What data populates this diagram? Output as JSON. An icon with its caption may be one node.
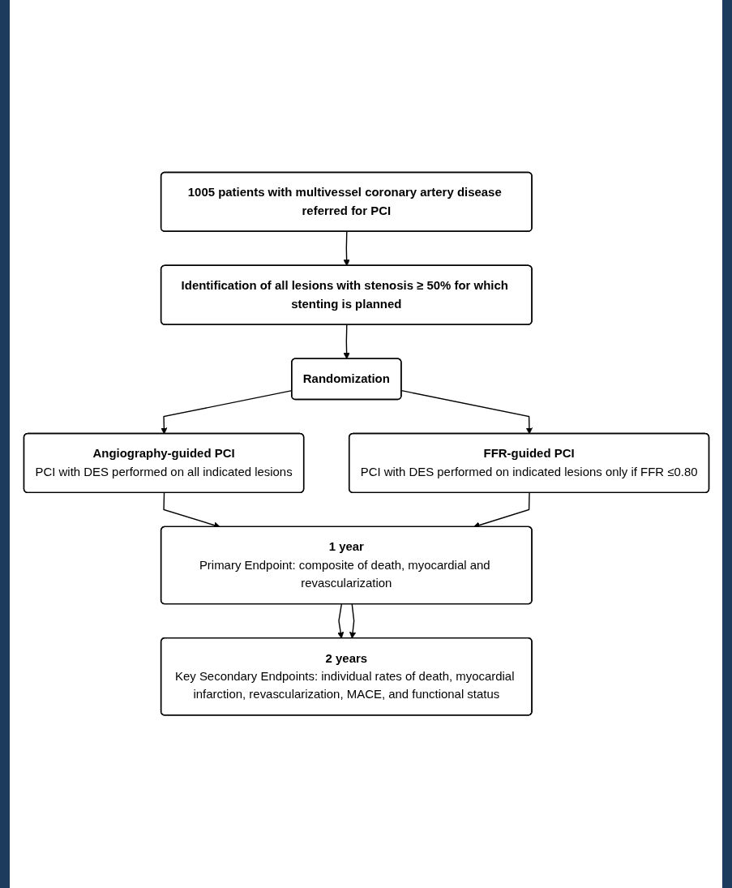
{
  "diagram": {
    "nodes": [
      {
        "text": [
          "1005 patients with multivessel coronary artery disease referred for PCI"
        ]
      },
      {
        "text": [
          "Identification of all lesions with stenosis ≥ 50% for which stenting is planned"
        ]
      },
      {
        "text": [
          "Randomization"
        ]
      },
      {
        "text": [
          "Angiography-guided PCI",
          "PCI with DES performed on all indicated lesions"
        ]
      },
      {
        "text": [
          "FFR-guided PCI",
          "PCI with DES performed on indicated lesions only if FFR ≤0.80"
        ]
      },
      {
        "text": [
          "1 year",
          "Primary Endpoint: composite of death, myocardial and revascularization"
        ]
      },
      {
        "text": [
          "2 years",
          "Key Secondary Endpoints: individual rates of death, myocardial infarction, revascularization, MACE, and functional status"
        ]
      }
    ],
    "edges": [
      {
        "from": 0,
        "to": 1,
        "arrow": "to"
      },
      {
        "from": 1,
        "to": 2,
        "arrow": "to"
      },
      {
        "from": 2,
        "to": 3,
        "arrow": "to"
      },
      {
        "from": 2,
        "to": 4,
        "arrow": "to"
      },
      {
        "from": 3,
        "to": 5,
        "arrow": "to"
      },
      {
        "from": 4,
        "to": 5,
        "arrow": "to"
      },
      {
        "from": 5,
        "to": 6,
        "arrow": "to"
      },
      {
        "from": 5,
        "to": 6,
        "arrow": "to"
      }
    ]
  }
}
